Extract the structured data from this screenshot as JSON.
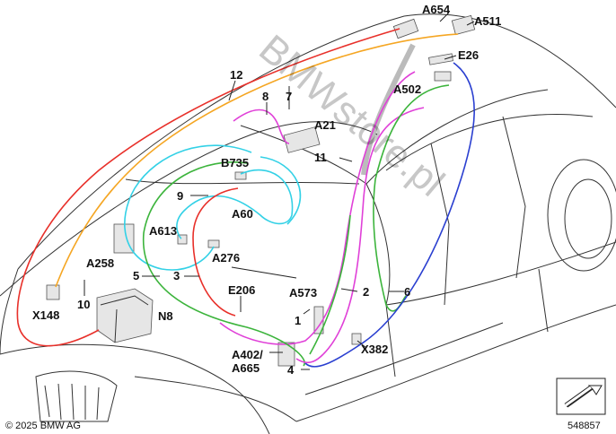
{
  "labels": {
    "A654": "A654",
    "A511": "A511",
    "E26": "E26",
    "A502": "A502",
    "n12": "12",
    "n8": "8",
    "n7": "7",
    "A21": "A21",
    "n11": "11",
    "B735": "B735",
    "n9": "9",
    "A60": "A60",
    "A613": "A613",
    "A276": "A276",
    "A258": "A258",
    "n5": "5",
    "n3": "3",
    "E206": "E206",
    "A573": "A573",
    "n2": "2",
    "n6": "6",
    "X148": "X148",
    "n10": "10",
    "N8": "N8",
    "n1": "1",
    "A402": "A402/",
    "A665": "A665",
    "n4": "4",
    "X382": "X382"
  },
  "footer": {
    "copyright": "© 2025 BMW AG",
    "diagram_number": "548857"
  },
  "watermark": "BMWstore.pl",
  "wire_colors": {
    "red": "#e8302a",
    "orange": "#f5a623",
    "magenta": "#e040d8",
    "cyan": "#33d1e6",
    "green": "#3cb43c",
    "blue": "#2a3fd0"
  }
}
